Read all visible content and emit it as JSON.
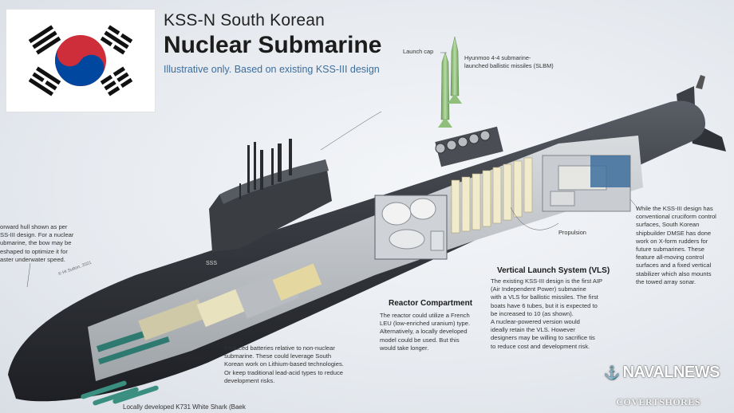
{
  "header": {
    "title_line1": "KSS-N South Korean",
    "title_line2": "Nuclear Submarine",
    "subtitle": "Illustrative only. Based on existing KSS-III design"
  },
  "labels": {
    "launch_cap": "Launch cap",
    "slbm_line1": "Hyunmoo 4-4 submarine-",
    "slbm_line2": "launched ballistic missiles (SLBM)",
    "propulsion": "Propulsion",
    "credit": "© HI Sutton, 2021"
  },
  "forward_hull": {
    "lines": [
      "orward hull shown as per",
      "SS-III design. For a nuclear",
      "ubmarine, the bow may be",
      "eshaped to optimize it for",
      "aster underwater speed."
    ]
  },
  "stern": {
    "lines": [
      "While the KSS-III design has",
      "conventional cruciform control",
      "surfaces, South Korean",
      "shipbuilder DMSE has done",
      "work on X-form rudders for",
      "future submarines. These",
      "feature all-moving control",
      "surfaces and a fixed vertical",
      "stabilizer which also mounts",
      "the towed array sonar."
    ]
  },
  "vls": {
    "heading": "Vertical Launch System (VLS)",
    "lines": [
      "The existing KSS-III design is the first AIP",
      "(Air Independent Power) submarine",
      "with a VLS for ballistic missiles. The first",
      "boats have 6 tubes, but it is expected to",
      "be increased to 10 (as shown).",
      "A nuclear-powered version would",
      "ideally retain the VLS. However",
      "designers may be willing to sacrifice tis",
      "to reduce cost and development risk."
    ]
  },
  "reactor": {
    "heading": "Reactor Compartment",
    "lines": [
      "The reactor could utilize a French",
      "LEU (low-enriched uranium) type.",
      "Alternatively, a locally developed",
      "model could be used. But this",
      "would take longer."
    ]
  },
  "batteries": {
    "lines": [
      "Reduced batteries relative to non-nuclear",
      "submarine. These could leverage South",
      "Korean work on Lithium-based technologies.",
      "Or keep traditional lead-acid types to reduce",
      "development risks."
    ]
  },
  "torpedo": {
    "text": "Locally developed K731 White Shark (Baek"
  },
  "sail_marking": "SSS",
  "branding": {
    "navalnews": "NAVALNEWS",
    "covertshores": "COVERTSHORES"
  },
  "colors": {
    "hull_dark": "#2b2d31",
    "hull_mid": "#45484e",
    "flag_red": "#cd2e3a",
    "flag_blue": "#0047a0",
    "subtitle_blue": "#3d6e9c",
    "missile_green": "#8fbf7a"
  }
}
